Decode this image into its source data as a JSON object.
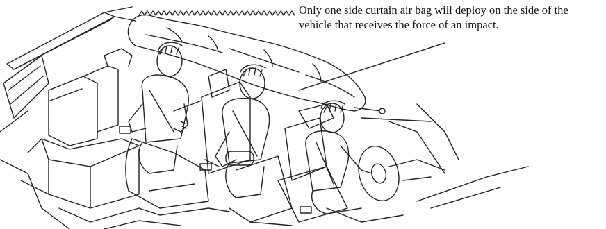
{
  "callout": {
    "text": "Only one side curtain air bag will deploy on the side of the vehicle that receives the force of an impact."
  },
  "colors": {
    "line": "#222222",
    "background": "#ffffff"
  },
  "icons": {
    "vehicle": "vehicle-interior-line-drawing",
    "airbag": "side-curtain-airbag",
    "occupants": "seated-occupants"
  }
}
